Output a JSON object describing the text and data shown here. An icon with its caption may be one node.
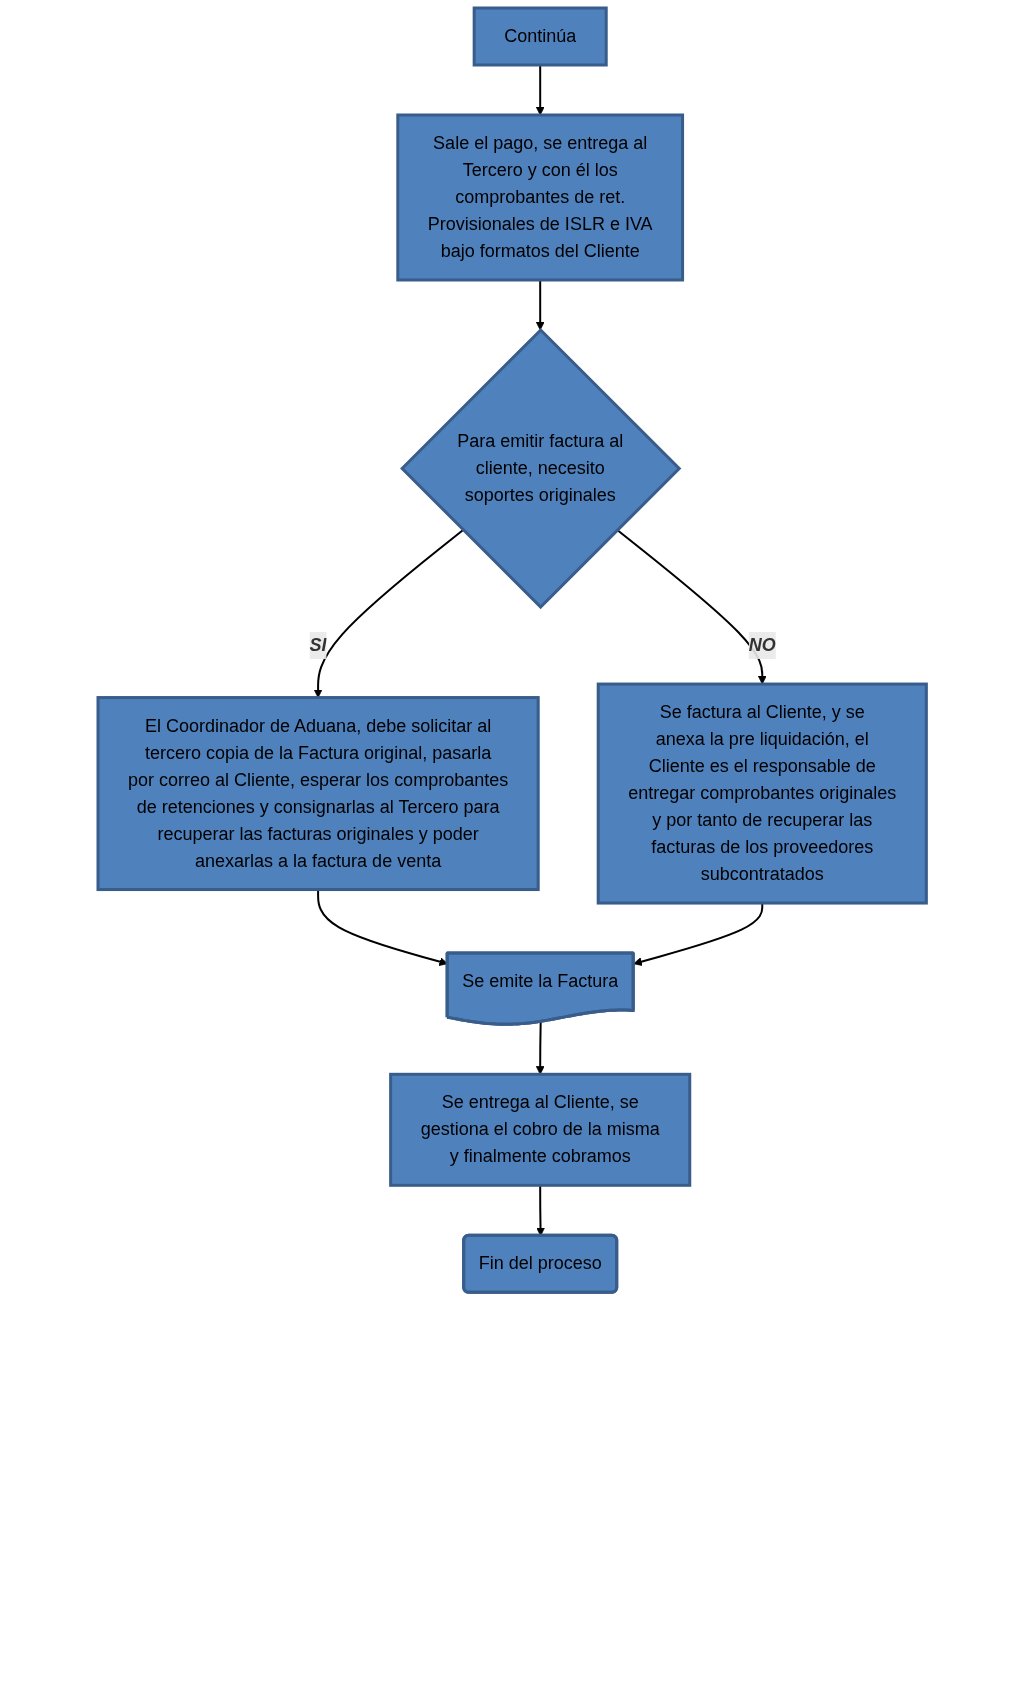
{
  "diagram": {
    "nodes": [
      {
        "text": [
          "Continúa"
        ]
      },
      {
        "text": [
          "Sale el pago, se entrega al Tercero y con él los comprobantes de ret. Provisionales de ISLR e IVA bajo formatos del Cliente"
        ]
      },
      {
        "text": [
          "Para emitir factura al cliente, necesito soportes originales"
        ]
      },
      {
        "text": [
          "Se factura al Cliente, y se anexa la pre liquidación, el Cliente es el responsable de entregar comprobantes originales y por tanto de recuperar las facturas de los proveedores subcontratados"
        ]
      },
      {
        "text": [
          "El Coordinador de Aduana, debe solicitar al tercero copia de la Factura original, pasarla por correo al Cliente, esperar los comprobantes de retenciones y consignarlas al Tercero para recuperar las facturas originales y poder anexarlas a la factura de venta"
        ]
      },
      {
        "text": [
          "Se emite la Factura"
        ]
      },
      {
        "text": [
          "Se entrega al Cliente, se gestiona el cobro de la misma y finalmente cobramos"
        ]
      },
      {
        "text": [
          "Fin del proceso"
        ]
      }
    ],
    "edges": [
      {
        "from": 0,
        "to": 1,
        "arrow": "to"
      },
      {
        "from": 1,
        "to": 2,
        "arrow": "to"
      },
      {
        "from": 2,
        "to": 3,
        "arrow": "to",
        "label": "NO"
      },
      {
        "from": 2,
        "to": 4,
        "arrow": "to",
        "label": "SI"
      },
      {
        "from": 4,
        "to": 5,
        "arrow": "to"
      },
      {
        "from": 3,
        "to": 5,
        "arrow": "to"
      },
      {
        "from": 5,
        "to": 6,
        "arrow": "to"
      },
      {
        "from": 6,
        "to": 7,
        "arrow": "to"
      }
    ]
  }
}
